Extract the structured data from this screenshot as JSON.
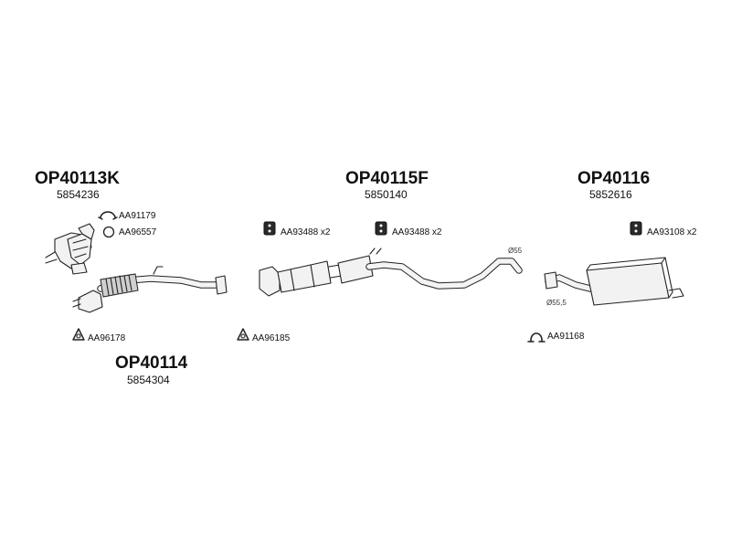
{
  "groups": {
    "op40113k": {
      "code": "OP40113K",
      "oem": "5854236"
    },
    "op40115f": {
      "code": "OP40115F",
      "oem": "5850140"
    },
    "op40116": {
      "code": "OP40116",
      "oem": "5852616"
    },
    "op40114": {
      "code": "OP40114",
      "oem": "5854304"
    }
  },
  "parts": {
    "aa91179": "AA91179",
    "aa96557": "AA96557",
    "aa96178": "AA96178",
    "aa96185": "AA96185",
    "aa93488_1": "AA93488 x2",
    "aa93488_2": "AA93488 x2",
    "aa93108": "AA93108 x2",
    "aa91168": "AA91168"
  },
  "dimensions": {
    "d55": "Ø55",
    "d55_5": "Ø55,5"
  }
}
